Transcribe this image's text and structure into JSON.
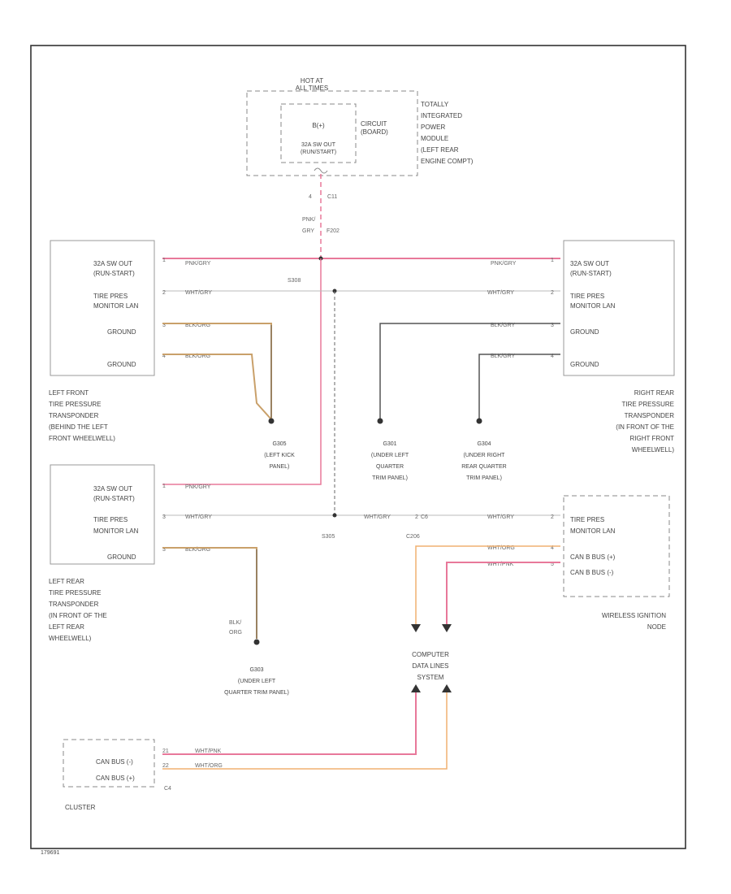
{
  "colors": {
    "frame": "#333333",
    "box": "#888888",
    "pink": "#e8789a",
    "gray": "#999999",
    "tan": "#c9a06a",
    "black": "#333333",
    "orange": "#f0b070"
  },
  "tipm": {
    "header_line1": "HOT AT",
    "header_line2": "ALL TIMES",
    "label_lines": [
      "TOTALLY",
      "INTEGRATED",
      "POWER",
      "MODULE",
      "(LEFT REAR",
      "ENGINE COMPT)"
    ],
    "inner_b": "B(+)",
    "inner_fuse": "32A SW OUT",
    "inner_fuse2": "(RUN/START)",
    "circuit_board": "CIRCUIT",
    "circuit_board2": "(BOARD)",
    "pin": "4",
    "connector": "C11"
  },
  "feed_wire": {
    "color_line1": "PNK/",
    "color_line2": "GRY",
    "code": "F202"
  },
  "splices": {
    "s308": "S308",
    "s305": "S305"
  },
  "lf_module": {
    "pins": [
      {
        "num": "1",
        "label1": "32A SW OUT",
        "label2": "(RUN-START)",
        "wire": "PNK/GRY"
      },
      {
        "num": "2",
        "label1": "TIRE PRES",
        "label2": "MONITOR LAN",
        "wire": "WHT/GRY"
      },
      {
        "num": "3",
        "label1": "GROUND",
        "label2": "",
        "wire": "BLK/ORG"
      },
      {
        "num": "4",
        "label1": "GROUND",
        "label2": "",
        "wire": "BLK/ORG"
      }
    ],
    "caption": [
      "LEFT FRONT",
      "TIRE PRESSURE",
      "TRANSPONDER",
      "(BEHIND THE LEFT",
      "FRONT WHEELWELL)"
    ]
  },
  "rr_module": {
    "pins": [
      {
        "num": "1",
        "label1": "32A SW OUT",
        "label2": "(RUN-START)",
        "wire": "PNK/GRY"
      },
      {
        "num": "2",
        "label1": "TIRE PRES",
        "label2": "MONITOR LAN",
        "wire": "WHT/GRY"
      },
      {
        "num": "3",
        "label1": "GROUND",
        "label2": "",
        "wire": "BLK/GRY"
      },
      {
        "num": "4",
        "label1": "GROUND",
        "label2": "",
        "wire": "BLK/GRY"
      }
    ],
    "caption": [
      "RIGHT REAR",
      "TIRE PRESSURE",
      "TRANSPONDER",
      "(IN FRONT OF THE",
      "RIGHT FRONT",
      "WHEELWELL)"
    ]
  },
  "lr_module": {
    "pins": [
      {
        "num": "1",
        "label1": "32A SW OUT",
        "label2": "(RUN-START)",
        "wire": "PNK/GRY"
      },
      {
        "num": "3",
        "label1": "TIRE PRES",
        "label2": "MONITOR LAN",
        "wire": "WHT/GRY"
      },
      {
        "num": "3",
        "label1": "GROUND",
        "label2": "",
        "wire": "BLK/ORG"
      }
    ],
    "caption": [
      "LEFT REAR",
      "TIRE PRESSURE",
      "TRANSPONDER",
      "(IN FRONT OF THE",
      "LEFT REAR",
      "WHEELWELL)"
    ],
    "ground_wire_line1": "BLK/",
    "ground_wire_line2": "ORG"
  },
  "grounds": {
    "g305": [
      "G305",
      "(LEFT KICK",
      "PANEL)"
    ],
    "g301": [
      "G301",
      "(UNDER LEFT",
      "QUARTER",
      "TRIM PANEL)"
    ],
    "g304": [
      "G304",
      "(UNDER RIGHT",
      "REAR QUARTER",
      "TRIM PANEL)"
    ],
    "g303": [
      "G303",
      "(UNDER LEFT",
      "QUARTER TRIM PANEL)"
    ]
  },
  "win": {
    "pins": [
      {
        "num": "2",
        "label": "TIRE PRES",
        "wire": "WHT/GRY"
      },
      {
        "num": "4",
        "label": "CAN B BUS (+)",
        "wire": "WHT/ORG"
      },
      {
        "num": "5",
        "label": "CAN B BUS (-)",
        "wire": "WHT/PNK"
      }
    ],
    "label2": "MONITOR LAN",
    "caption": [
      "WIRELESS IGNITION",
      "NODE"
    ],
    "connector_pin": "2",
    "connector": "C206",
    "lan_wire": "WHT/GRY",
    "connector_name_short": "C6"
  },
  "cds": {
    "lines": [
      "COMPUTER",
      "DATA LINES",
      "SYSTEM"
    ]
  },
  "cluster": {
    "pins": [
      {
        "num": "21",
        "label": "CAN BUS (-)",
        "wire": "WHT/PNK"
      },
      {
        "num": "22",
        "label": "CAN BUS (+)",
        "wire": "WHT/ORG"
      }
    ],
    "connector": "C4",
    "caption": "CLUSTER"
  },
  "footer_code": "179691"
}
